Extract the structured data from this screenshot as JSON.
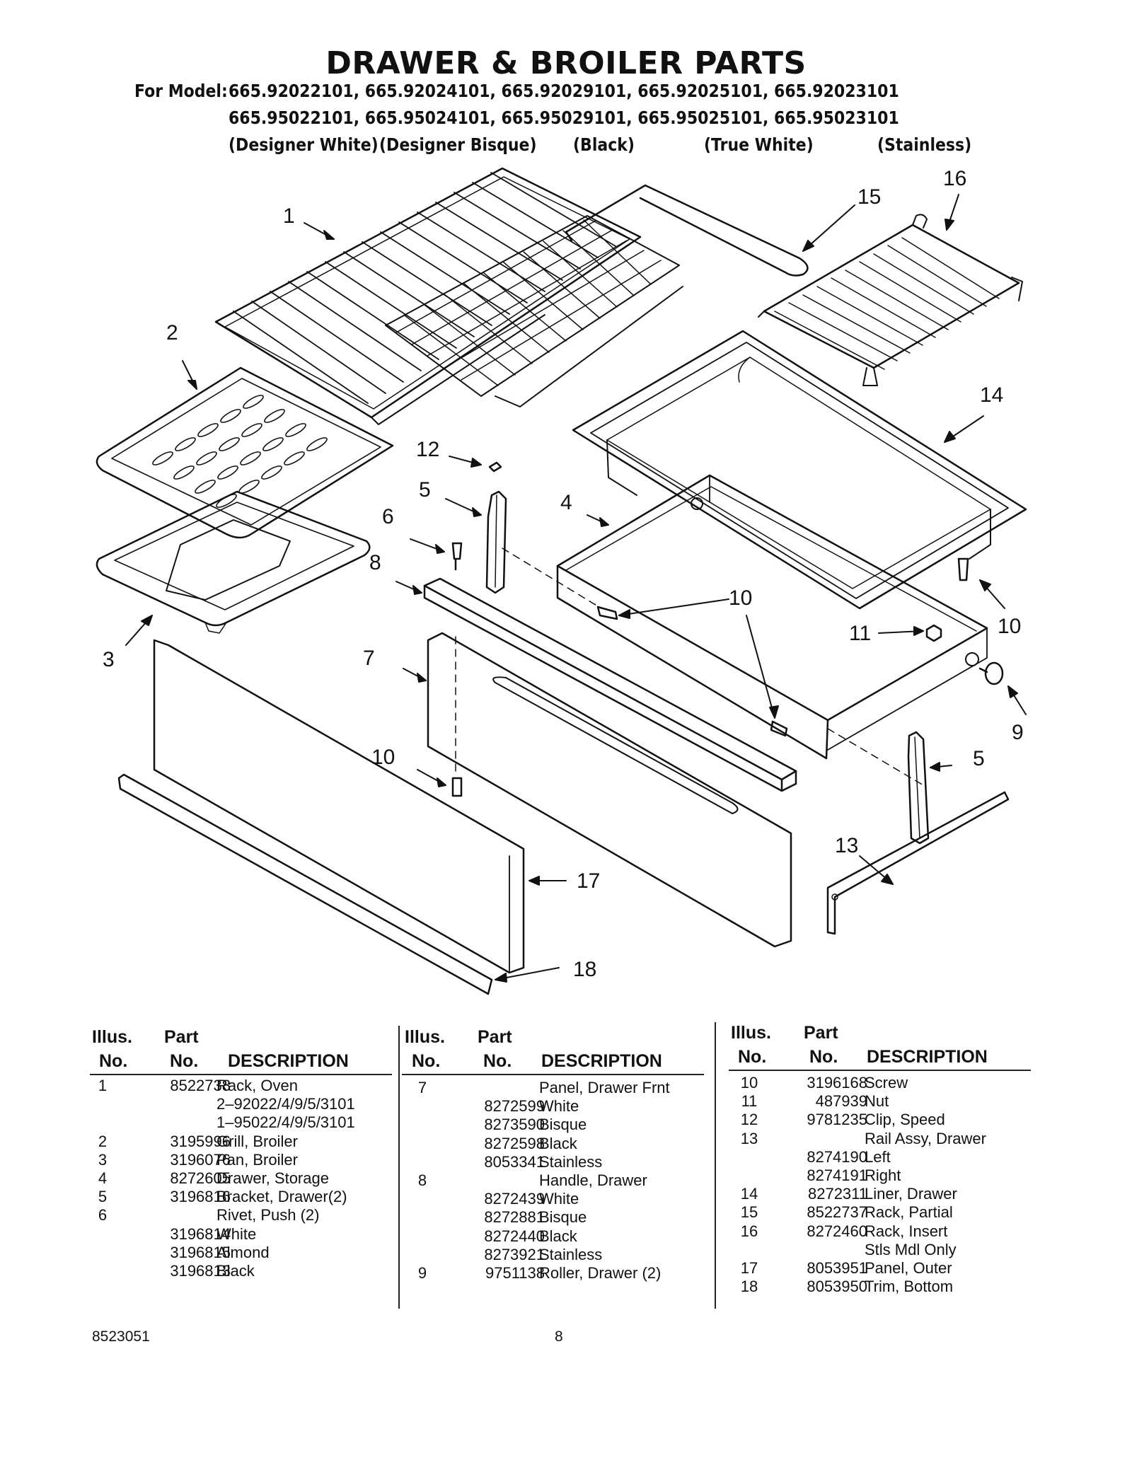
{
  "title": "DRAWER & BROILER PARTS",
  "model": {
    "label": "For Model:",
    "line1": "665.92022101, 665.92024101, 665.92029101, 665.92025101, 665.92023101",
    "line2": "665.95022101, 665.95024101, 665.95029101, 665.95025101, 665.95023101",
    "finishes": [
      "(Designer White)",
      "(Designer Bisque)",
      "(Black)",
      "(True White)",
      "(Stainless)"
    ]
  },
  "callouts": [
    "1",
    "2",
    "3",
    "4",
    "5",
    "5",
    "6",
    "7",
    "8",
    "9",
    "10",
    "10",
    "10",
    "10",
    "11",
    "12",
    "13",
    "14",
    "15",
    "16",
    "17",
    "18"
  ],
  "table": {
    "headers": {
      "illus_top": "Illus.",
      "illus_bottom": "No.",
      "part_top": "Part",
      "part_bottom": "No.",
      "description": "DESCRIPTION"
    },
    "columns": [
      {
        "rows": [
          {
            "no": "1",
            "part": "8522738",
            "desc": "Rack, Oven"
          },
          {
            "no": "",
            "part": "",
            "desc": "2–92022/4/9/5/3101"
          },
          {
            "no": "",
            "part": "",
            "desc": "1–95022/4/9/5/3101"
          },
          {
            "no": "2",
            "part": "3195996",
            "desc": "Grill, Broiler"
          },
          {
            "no": "3",
            "part": "3196076",
            "desc": "Pan, Broiler"
          },
          {
            "no": "4",
            "part": "8272605",
            "desc": "Drawer, Storage"
          },
          {
            "no": "5",
            "part": "3196816",
            "desc": "Bracket, Drawer(2)"
          },
          {
            "no": "6",
            "part": "",
            "desc": "Rivet, Push (2)"
          },
          {
            "no": "",
            "part": "3196814",
            "desc": "White"
          },
          {
            "no": "",
            "part": "3196815",
            "desc": "Almond"
          },
          {
            "no": "",
            "part": "3196813",
            "desc": "Black"
          }
        ]
      },
      {
        "rows": [
          {
            "no": "7",
            "part": "",
            "desc": "Panel, Drawer Frnt"
          },
          {
            "no": "",
            "part": "8272599",
            "desc": "White"
          },
          {
            "no": "",
            "part": "8273590",
            "desc": "Bisque"
          },
          {
            "no": "",
            "part": "8272598",
            "desc": "Black"
          },
          {
            "no": "",
            "part": "8053341",
            "desc": "Stainless"
          },
          {
            "no": "8",
            "part": "",
            "desc": "Handle, Drawer"
          },
          {
            "no": "",
            "part": "8272439",
            "desc": "White"
          },
          {
            "no": "",
            "part": "8272881",
            "desc": "Bisque"
          },
          {
            "no": "",
            "part": "8272440",
            "desc": "Black"
          },
          {
            "no": "",
            "part": "8273921",
            "desc": "Stainless"
          },
          {
            "no": "9",
            "part": "9751138",
            "desc": "Roller, Drawer (2)"
          }
        ]
      },
      {
        "rows": [
          {
            "no": "10",
            "part": "3196168",
            "desc": "Screw"
          },
          {
            "no": "11",
            "part": "487939",
            "desc": "Nut"
          },
          {
            "no": "12",
            "part": "9781235",
            "desc": "Clip, Speed"
          },
          {
            "no": "13",
            "part": "",
            "desc": "Rail Assy, Drawer"
          },
          {
            "no": "",
            "part": "8274190",
            "desc": "Left"
          },
          {
            "no": "",
            "part": "8274191",
            "desc": "Right"
          },
          {
            "no": "14",
            "part": "8272311",
            "desc": "Liner, Drawer"
          },
          {
            "no": "15",
            "part": "8522737",
            "desc": "Rack, Partial"
          },
          {
            "no": "16",
            "part": "8272460",
            "desc": "Rack, Insert"
          },
          {
            "no": "",
            "part": "",
            "desc": "Stls Mdl Only"
          },
          {
            "no": "17",
            "part": "8053951",
            "desc": "Panel, Outer"
          },
          {
            "no": "18",
            "part": "8053950",
            "desc": "Trim, Bottom"
          }
        ]
      }
    ]
  },
  "footer": {
    "doc_number": "8523051",
    "page_number": "8"
  }
}
